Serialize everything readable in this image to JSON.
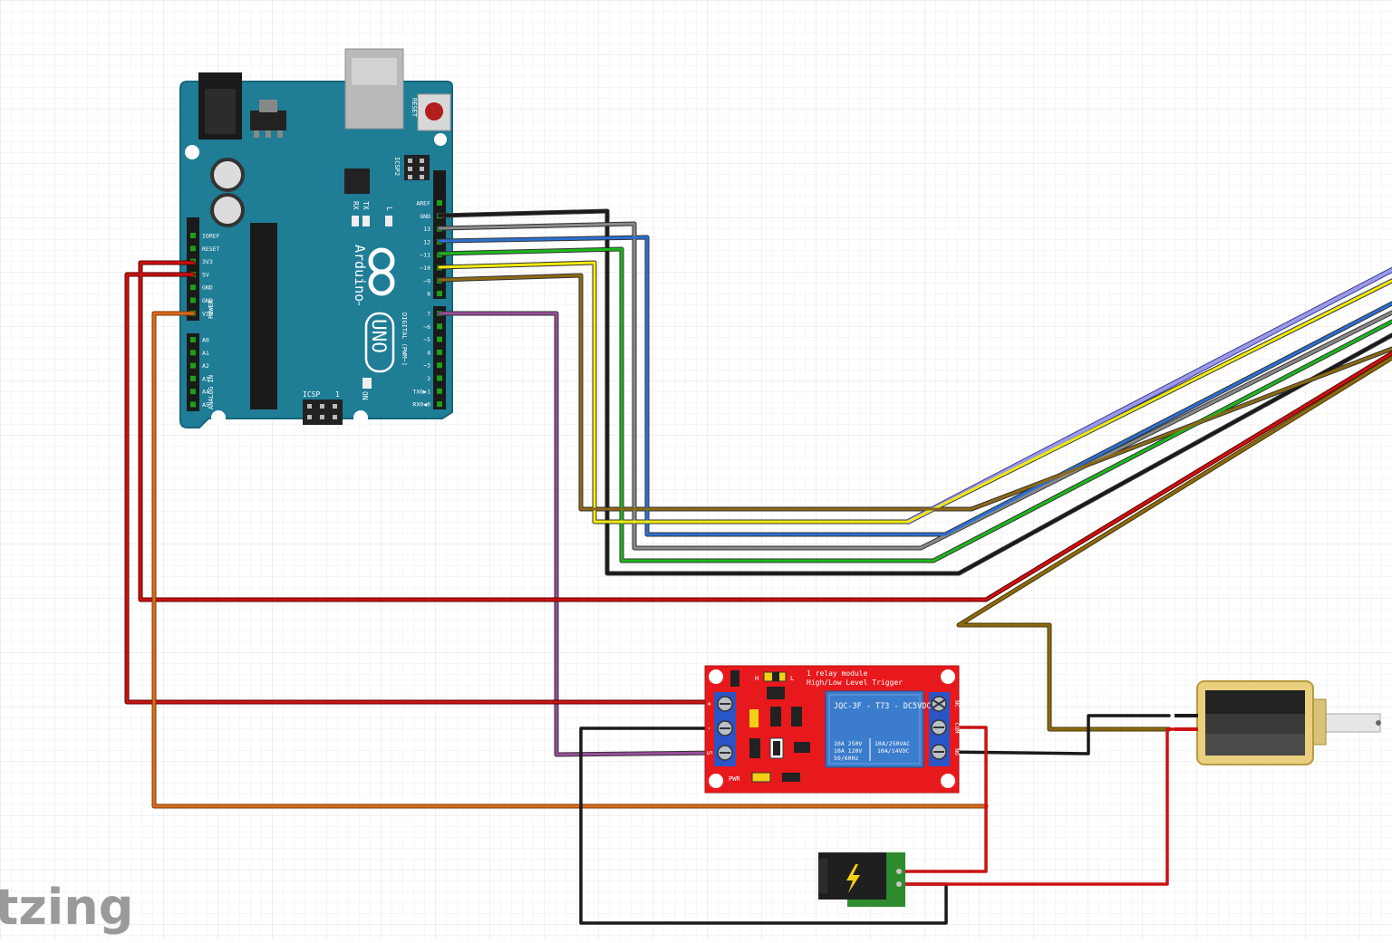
{
  "watermark": "itzing",
  "arduino": {
    "brand": "Arduino",
    "tm": "™",
    "model": "UNO",
    "reset": "RESET",
    "icsp2": "ICSP2",
    "icsp": "ICSP",
    "icsp_num": "1",
    "tx": "TX",
    "rx": "RX",
    "l": "L",
    "on": "ON",
    "digital": "DIGITAL (PWM~)",
    "power": "POWER",
    "analog": "ANALOG IN",
    "left_pins": [
      "IOREF",
      "RESET",
      "3V3",
      "5V",
      "GND",
      "GND",
      "VIN"
    ],
    "analog_pins": [
      "A0",
      "A1",
      "A2",
      "A3",
      "A4",
      "A5"
    ],
    "right_pins_top": [
      "AREF",
      "GND",
      "13",
      "12",
      "~11",
      "~10",
      "~9",
      "8"
    ],
    "right_pins_bottom": [
      "7",
      "~6",
      "~5",
      "4",
      "~3",
      "2",
      "TX0▶1",
      "RX0◀0"
    ]
  },
  "relay": {
    "title1": "1 relay module",
    "title2": "High/Low Level Trigger",
    "h": "H",
    "l": "L",
    "model": "JQC-3F - T73 - DC5VDC",
    "rating1": "10A 250V",
    "rating2": "10A 120V",
    "rating3": "50/60Hz",
    "rating4": "10A/250VAC",
    "rating5": "10A/14VDC",
    "pwr": "PWR",
    "left_pins": [
      "+",
      "-",
      "S"
    ],
    "right_pins": [
      "NC",
      "COM",
      "NO"
    ]
  },
  "colors": {
    "arduino_board": "#1f7d96",
    "relay_board": "#e8191c",
    "wire_red": "#cc1111",
    "wire_orange": "#d96b1e",
    "wire_black": "#1a1a1a",
    "wire_gray": "#8a8a8a",
    "wire_blue": "#2b6fd1",
    "wire_green": "#1cb81c",
    "wire_yellow": "#f2ea10",
    "wire_brown": "#8b6a14",
    "wire_purple": "#9a4e9a",
    "wire_lavender": "#9a9ae6"
  }
}
